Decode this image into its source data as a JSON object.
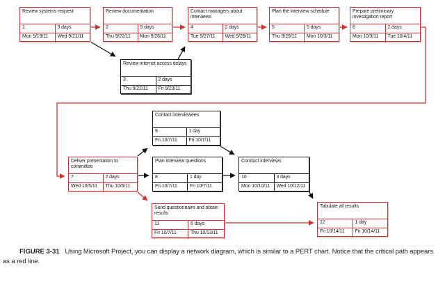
{
  "figure": {
    "label": "FIGURE 3-31",
    "caption": "Using Microsoft Project, you can display a network diagram, which is similar to a PERT chart. Notice that the critical path appears as a red line."
  },
  "colors": {
    "critical": "#cc3333",
    "normal": "#141414"
  },
  "tasks": [
    {
      "name": "Review systems request",
      "id": "1",
      "duration": "3 days",
      "start": "Mon 9/19/11",
      "finish": "Wed 9/21/11",
      "critical": true
    },
    {
      "name": "Review documentation",
      "id": "2",
      "duration": "5 days",
      "start": "Thu 9/22/11",
      "finish": "Mon 9/26/11",
      "critical": true
    },
    {
      "name": "Contact managers about interviews",
      "id": "4",
      "duration": "2 days",
      "start": "Tue 9/27/11",
      "finish": "Wed 9/28/11",
      "critical": true
    },
    {
      "name": "Plan the interview schedule",
      "id": "5",
      "duration": "5 days",
      "start": "Thu 9/29/11",
      "finish": "Mon 10/3/11",
      "critical": true
    },
    {
      "name": "Prepare preliminary investigation report",
      "id": "6",
      "duration": "2 days",
      "start": "Mon 10/3/11",
      "finish": "Tue 10/4/11",
      "critical": true
    },
    {
      "name": "Review internet access delays",
      "id": "3",
      "duration": "2 days",
      "start": "Thu 9/22/11",
      "finish": "Fri 9/23/11",
      "critical": false
    },
    {
      "name": "Contact interviewees",
      "id": "9",
      "duration": "1 day",
      "start": "Fri 10/7/11",
      "finish": "Fri 10/7/11",
      "critical": false
    },
    {
      "name": "Deliver presentation to committee",
      "id": "7",
      "duration": "2 days",
      "start": "Wed 10/5/11",
      "finish": "Thu 10/6/11",
      "critical": true
    },
    {
      "name": "Plan interview questions",
      "id": "8",
      "duration": "1 day",
      "start": "Fri 10/7/11",
      "finish": "Fri 10/7/11",
      "critical": false
    },
    {
      "name": "Conduct interviews",
      "id": "10",
      "duration": "3 days",
      "start": "Mon 10/10/11",
      "finish": "Wed 10/12/11",
      "critical": false
    },
    {
      "name": "Send questionnaire and obtain results",
      "id": "11",
      "duration": "6 days",
      "start": "Fri 10/7/11",
      "finish": "Thu 10/13/11",
      "critical": true
    },
    {
      "name": "Tabulate all results",
      "id": "12",
      "duration": "1 day",
      "start": "Fri 10/14/11",
      "finish": "Fri 10/14/11",
      "critical": true
    }
  ],
  "dependencies": [
    {
      "from": "1",
      "to": "2",
      "critical": true
    },
    {
      "from": "1",
      "to": "3",
      "critical": false
    },
    {
      "from": "2",
      "to": "4",
      "critical": true
    },
    {
      "from": "3",
      "to": "4",
      "critical": false
    },
    {
      "from": "4",
      "to": "5",
      "critical": true
    },
    {
      "from": "5",
      "to": "6",
      "critical": true
    },
    {
      "from": "6",
      "to": "7",
      "critical": true
    },
    {
      "from": "7",
      "to": "8",
      "critical": false
    },
    {
      "from": "7",
      "to": "9",
      "critical": false
    },
    {
      "from": "7",
      "to": "11",
      "critical": true
    },
    {
      "from": "8",
      "to": "10",
      "critical": false
    },
    {
      "from": "9",
      "to": "10",
      "critical": false
    },
    {
      "from": "10",
      "to": "12",
      "critical": false
    },
    {
      "from": "11",
      "to": "12",
      "critical": true
    }
  ]
}
